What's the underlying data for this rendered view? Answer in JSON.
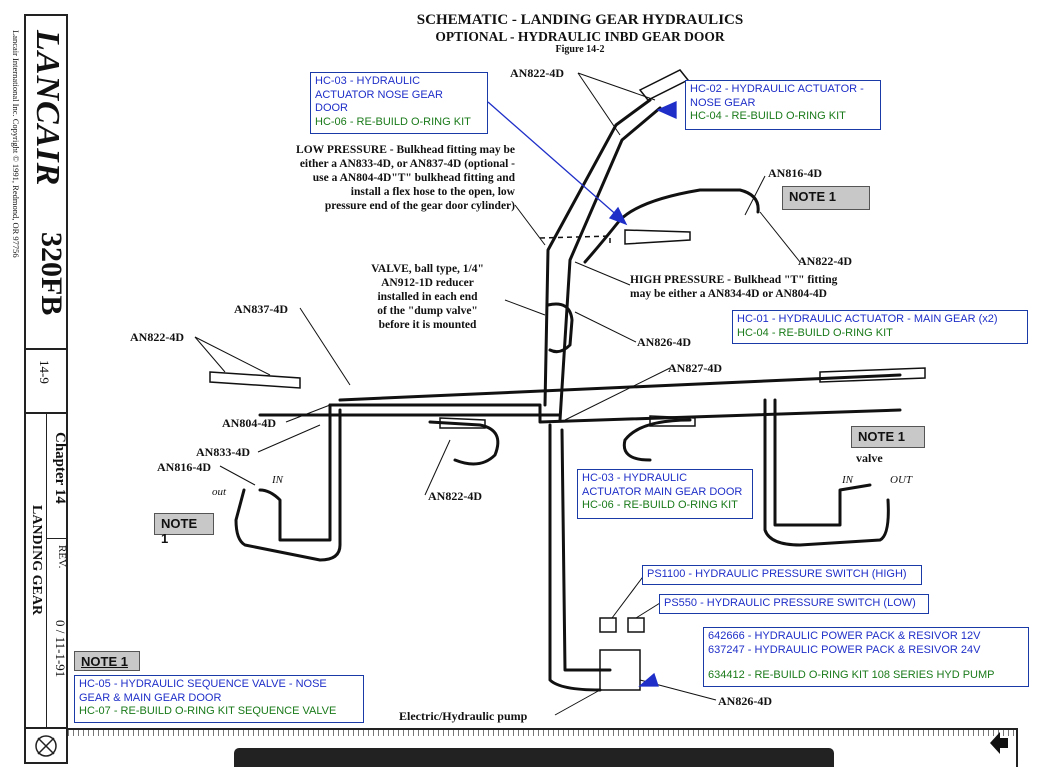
{
  "title": {
    "line1": "SCHEMATIC - LANDING GEAR HYDRAULICS",
    "line2": "OPTIONAL - HYDRAULIC INBD GEAR DOOR",
    "figure": "Figure 14-2"
  },
  "sidebar": {
    "brand": "LANCAIR",
    "model": "320FB",
    "copyright": "Lancair International Inc. Copyright © 1991, Redmond, OR 97756",
    "page": "14-9",
    "chapter": "Chapter 14",
    "section": "LANDING GEAR",
    "rev_label": "REV.",
    "rev_value": "0 / 11-1-91"
  },
  "notes": {
    "low_pressure": "LOW PRESSURE - Bulkhead fitting may be either a AN833-4D, or AN837-4D (optional - use a AN804-4D\"T\" bulkhead fitting and install a flex hose to the open, low pressure end of the gear door cylinder)",
    "low_pressure_lines": [
      "LOW PRESSURE - Bulkhead fitting may be",
      "either a AN833-4D, or AN837-4D (optional -",
      "use a AN804-4D\"T\" bulkhead fitting and",
      "install a flex hose to the open, low",
      "pressure end of the gear door cylinder)"
    ],
    "valve_lines": [
      "VALVE, ball type, 1/4\"",
      "AN912-1D reducer",
      "installed in each end",
      "of the \"dump valve\"",
      "before it is mounted"
    ],
    "high_pressure_lines": [
      "HIGH PRESSURE - Bulkhead \"T\" fitting",
      "may be either a AN834-4D or AN804-4D"
    ],
    "pump_label": "Electric/Hydraulic pump",
    "valve_word": "valve",
    "hand_in": "IN",
    "hand_out": "out",
    "hand_out2": "OUT"
  },
  "part_labels": {
    "an822_top": "AN822-4D",
    "an816_right": "AN816-4D",
    "an822_right": "AN822-4D",
    "an837": "AN837-4D",
    "an822_left": "AN822-4D",
    "an826_mid": "AN826-4D",
    "an827": "AN827-4D",
    "an804": "AN804-4D",
    "an833": "AN833-4D",
    "an816_left": "AN816-4D",
    "an822_bottom": "AN822-4D",
    "an826_bottom": "AN826-4D"
  },
  "callouts": {
    "hc03_nose": {
      "line1": "HC-03 - HYDRAULIC",
      "line2": "ACTUATOR NOSE GEAR",
      "line3": "DOOR",
      "kit": "HC-06 - RE-BUILD O-RING KIT"
    },
    "hc02": {
      "line1": "HC-02 - HYDRAULIC ACTUATOR -",
      "line2": "NOSE GEAR",
      "kit": "HC-04 - RE-BUILD O-RING KIT"
    },
    "hc01": {
      "line1": "HC-01 - HYDRAULIC ACTUATOR - MAIN GEAR (x2)",
      "kit": "HC-04 - RE-BUILD O-RING KIT"
    },
    "hc03_main": {
      "line1": "HC-03 - HYDRAULIC",
      "line2": "ACTUATOR MAIN GEAR DOOR",
      "kit": "HC-06 - RE-BUILD O-RING KIT"
    },
    "ps1100": "PS1100 - HYDRAULIC PRESSURE SWITCH (HIGH)",
    "ps550": "PS550 - HYDRAULIC PRESSURE SWITCH (LOW)",
    "power_pack": {
      "line1": "642666 - HYDRAULIC POWER PACK & RESIVOR 12V",
      "line2": "637247 - HYDRAULIC POWER PACK & RESIVOR 24V",
      "kit": "634412 - RE-BUILD O-RING KIT 108 SERIES HYD PUMP"
    },
    "hc05": {
      "line1": "HC-05 - HYDRAULIC SEQUENCE VALVE - NOSE",
      "line2": "GEAR & MAIN GEAR DOOR",
      "kit": "HC-07 - RE-BUILD O-RING KIT SEQUENCE VALVE"
    },
    "note1_label": "NOTE 1"
  },
  "colors": {
    "callout_text": "#1f2fc8",
    "kit_text": "#1a7a1a",
    "arrow": "#1f2fc8",
    "note_bg": "#c8c8c8"
  }
}
